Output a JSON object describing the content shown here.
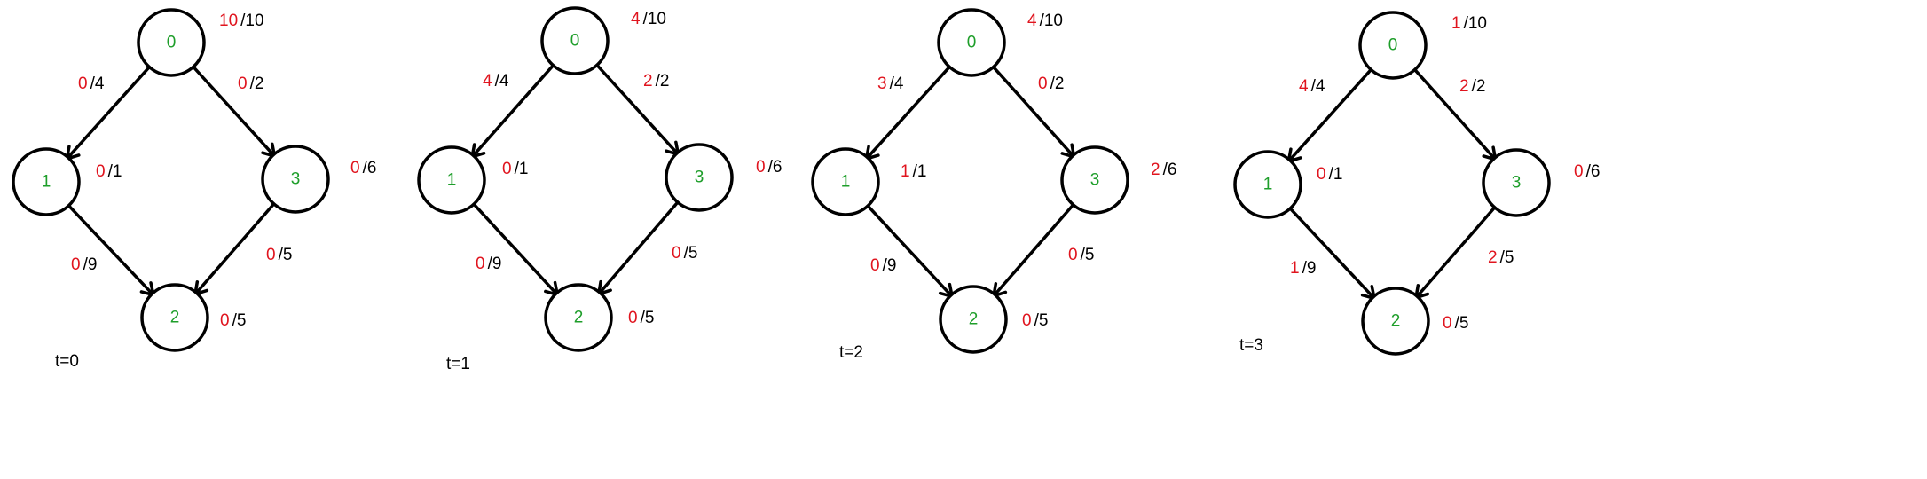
{
  "colors": {
    "node_label": "#1e9e2a",
    "flow": "#e0141e",
    "capacity": "#000000",
    "stroke": "#000000"
  },
  "diagrams": [
    {
      "time_label": "t=0",
      "nodes": [
        "0",
        "1",
        "2",
        "3"
      ],
      "labels": {
        "n0": {
          "flow": "10",
          "cap": "/10"
        },
        "e01": {
          "flow": "0",
          "cap": "/4"
        },
        "e03": {
          "flow": "0",
          "cap": "/2"
        },
        "n1": {
          "flow": "0",
          "cap": "/1"
        },
        "n3": {
          "flow": "0",
          "cap": "/6"
        },
        "e12": {
          "flow": "0",
          "cap": "/9"
        },
        "e32": {
          "flow": "0",
          "cap": "/5"
        },
        "n2": {
          "flow": "0",
          "cap": "/5"
        }
      }
    },
    {
      "time_label": "t=1",
      "nodes": [
        "0",
        "1",
        "2",
        "3"
      ],
      "labels": {
        "n0": {
          "flow": "4",
          "cap": "/10"
        },
        "e01": {
          "flow": "4",
          "cap": "/4"
        },
        "e03": {
          "flow": "2",
          "cap": "/2"
        },
        "n1": {
          "flow": "0",
          "cap": "/1"
        },
        "n3": {
          "flow": "0",
          "cap": "/6"
        },
        "e12": {
          "flow": "0",
          "cap": "/9"
        },
        "e32": {
          "flow": "0",
          "cap": "/5"
        },
        "n2": {
          "flow": "0",
          "cap": "/5"
        }
      }
    },
    {
      "time_label": "t=2",
      "nodes": [
        "0",
        "1",
        "2",
        "3"
      ],
      "labels": {
        "n0": {
          "flow": "4",
          "cap": "/10"
        },
        "e01": {
          "flow": "3",
          "cap": "/4"
        },
        "e03": {
          "flow": "0",
          "cap": "/2"
        },
        "n1": {
          "flow": "1",
          "cap": "/1"
        },
        "n3": {
          "flow": "2",
          "cap": "/6"
        },
        "e12": {
          "flow": "0",
          "cap": "/9"
        },
        "e32": {
          "flow": "0",
          "cap": "/5"
        },
        "n2": {
          "flow": "0",
          "cap": "/5"
        }
      }
    },
    {
      "time_label": "t=3",
      "nodes": [
        "0",
        "1",
        "2",
        "3"
      ],
      "labels": {
        "n0": {
          "flow": "1",
          "cap": "/10"
        },
        "e01": {
          "flow": "4",
          "cap": "/4"
        },
        "e03": {
          "flow": "2",
          "cap": "/2"
        },
        "n1": {
          "flow": "0",
          "cap": "/1"
        },
        "n3": {
          "flow": "0",
          "cap": "/6"
        },
        "e12": {
          "flow": "1",
          "cap": "/9"
        },
        "e32": {
          "flow": "2",
          "cap": "/5"
        },
        "n2": {
          "flow": "0",
          "cap": "/5"
        }
      }
    }
  ]
}
